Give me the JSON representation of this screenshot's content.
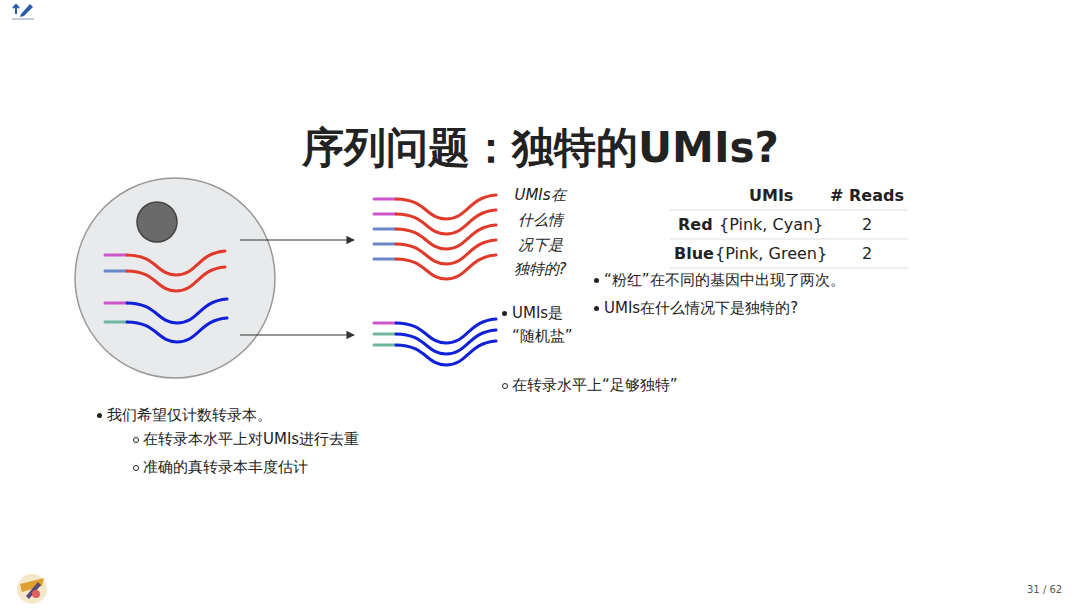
{
  "diagram": {
    "title": "序列问题：独特的UMIs?",
    "labels": [
      "UMIs在什么情况下是独特的?",
      "UMIs",
      "# Reads",
      "Red",
      "{Pink, Cyan}",
      "2",
      "Blue",
      "{Pink, Green}",
      "2",
      "“粉红”在不同的基因中出现了两次。",
      "UMIs在什么情况下是独特的?",
      "UMIs是“随机盐”",
      "在转录水平上“足够独特”",
      "我们希望仅计数转录本。",
      "在转录本水平上对UMIs进行去重",
      "准确的真转录本丰度估计",
      "31 / 62"
    ]
  }
}
